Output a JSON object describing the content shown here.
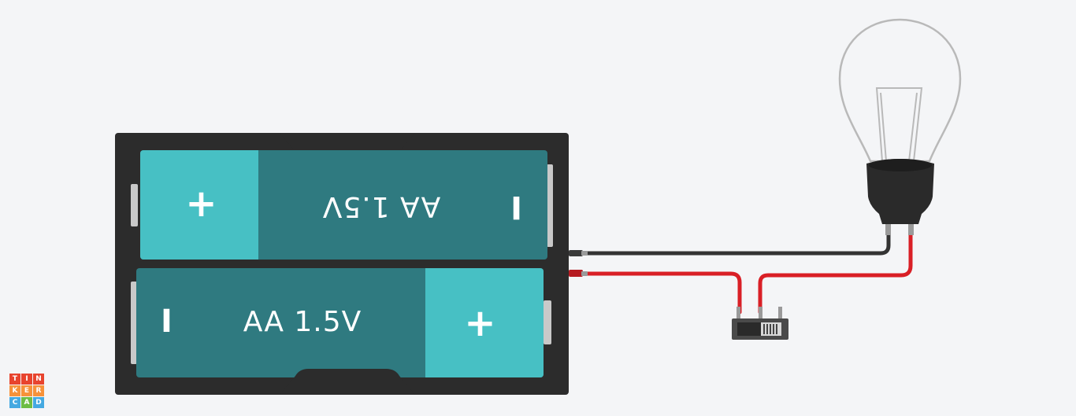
{
  "battery_pack": {
    "top_cell_label": "AA 1.5V",
    "bottom_cell_label": "AA 1.5V",
    "plus_symbol": "+",
    "minus_symbol": "I"
  },
  "colors": {
    "background": "#f4f5f7",
    "holder": "#2c2c2c",
    "cell_dark": "#2f7a80",
    "cell_light": "#47c0c4",
    "wire_black": "#333333",
    "wire_red": "#d91f26",
    "bulb_outline": "#b9b9b9",
    "bulb_base": "#2a2a2a"
  },
  "logo": {
    "letters": [
      "T",
      "I",
      "N",
      "K",
      "E",
      "R",
      "C",
      "A",
      "D"
    ],
    "colors": [
      "#e8442e",
      "#e8442e",
      "#e8442e",
      "#f7923a",
      "#f7923a",
      "#f7923a",
      "#45a9e1",
      "#6dbd45",
      "#45a9e1"
    ]
  }
}
